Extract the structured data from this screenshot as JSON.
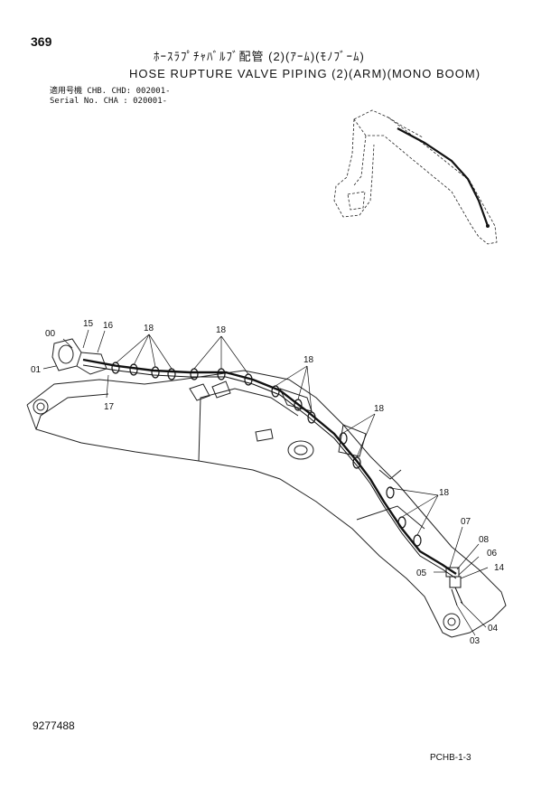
{
  "page_number": "369",
  "title_jp": "ﾎｰｽﾗﾌﾟﾁｬﾊﾞﾙﾌﾞ配管 (2)(ｱｰﾑ)(ﾓﾉﾌﾞｰﾑ)",
  "title_en": "HOSE RUPTURE VALVE PIPING (2)(ARM)(MONO BOOM)",
  "serial": {
    "line1": "適用号機 CHB. CHD: 002001-",
    "line2": "Serial No. CHA     : 020001-"
  },
  "callouts": {
    "c00": "00",
    "c15": "15",
    "c16": "16",
    "c01": "01",
    "c17": "17",
    "c18a": "18",
    "c18b": "18",
    "c18c": "18",
    "c18d": "18",
    "c18e": "18",
    "c07": "07",
    "c08": "08",
    "c06": "06",
    "c14": "14",
    "c05": "05",
    "c04": "04",
    "c03": "03"
  },
  "document_number": "9277488",
  "page_ref": "PCHB-1-3"
}
